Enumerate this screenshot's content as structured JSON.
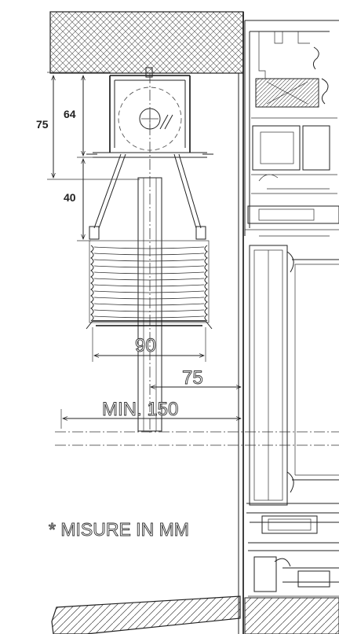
{
  "dimensions": {
    "d64": "64",
    "d75_left": "75",
    "d40": "40",
    "d90": "90",
    "d75_bottom": "75",
    "min150": "MIN. 150"
  },
  "note": "* MISURE IN MM"
}
